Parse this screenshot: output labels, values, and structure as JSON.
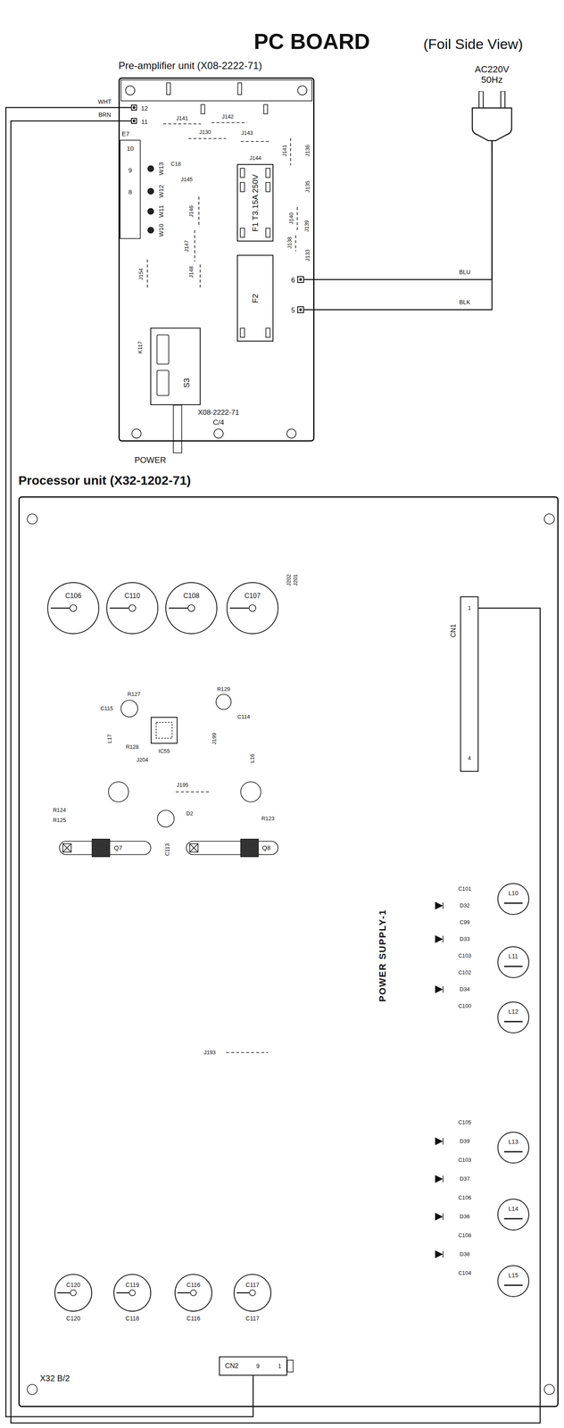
{
  "diagram": {
    "title": "PC BOARD",
    "nodes": [
      {
        "text": [
          "Pre-amplifier unit (X08-2222-71)"
        ]
      },
      {
        "text": [
          "12"
        ],
        "in": 0
      },
      {
        "text": [
          "11"
        ],
        "in": 0
      },
      {
        "text": [
          "F1 T3.15A 250V"
        ],
        "in": 0
      },
      {
        "text": [
          "F2"
        ],
        "in": 0
      },
      {
        "text": [
          "6"
        ],
        "in": 0
      },
      {
        "text": [
          "5"
        ],
        "in": 0
      },
      {
        "text": [
          "S3"
        ],
        "in": 0
      },
      {
        "text": [
          "AC220V 50Hz"
        ]
      },
      {
        "text": [
          "Processor unit (X32-1202-71)"
        ]
      },
      {
        "text": [
          "C106"
        ],
        "in": 9
      },
      {
        "text": [
          "C110"
        ],
        "in": 9
      },
      {
        "text": [
          "C108"
        ],
        "in": 9
      },
      {
        "text": [
          "C107"
        ],
        "in": 9
      },
      {
        "text": [
          "CN1"
        ],
        "in": 9
      },
      {
        "text": [
          "L10"
        ],
        "in": 9
      },
      {
        "text": [
          "L11"
        ],
        "in": 9
      },
      {
        "text": [
          "L12"
        ],
        "in": 9
      },
      {
        "text": [
          "L13"
        ],
        "in": 9
      },
      {
        "text": [
          "L14"
        ],
        "in": 9
      },
      {
        "text": [
          "L15"
        ],
        "in": 9
      },
      {
        "text": [
          "C120"
        ],
        "in": 9
      },
      {
        "text": [
          "C119"
        ],
        "in": 9
      },
      {
        "text": [
          "C116"
        ],
        "in": 9
      },
      {
        "text": [
          "C117"
        ],
        "in": 9
      },
      {
        "text": [
          "CN2"
        ],
        "in": 9
      }
    ],
    "edges": [
      {
        "from": 1,
        "to": 25,
        "label": "WHT",
        "arrow": "none"
      },
      {
        "from": 2,
        "to": 14,
        "label": "BRN",
        "arrow": "none"
      },
      {
        "from": 5,
        "to": 8,
        "label": "BLU",
        "arrow": "none"
      },
      {
        "from": 6,
        "to": 8,
        "label": "BLK",
        "arrow": "none"
      }
    ],
    "labels": [
      "(Foil Side View)",
      "POWER",
      "E7",
      "10",
      "9",
      "8",
      "W13",
      "W12",
      "W11",
      "W10",
      "J141",
      "J142",
      "J130",
      "J143",
      "C18",
      "J144",
      "J145",
      "J146",
      "J147",
      "J148",
      "J154",
      "J141",
      "J136",
      "J135",
      "J140",
      "J139",
      "J138",
      "J133",
      "K117",
      "X08-2222-71",
      "C/4",
      "J202",
      "J201",
      "R127",
      "C115",
      "R128",
      "J204",
      "L17",
      "R129",
      "C114",
      "J199",
      "L16",
      "D2",
      "C113",
      "R124",
      "R125",
      "R123",
      "IC55",
      "J195",
      "Q7",
      "Q8",
      "J193",
      "POWER SUPPLY-1",
      "C101",
      "D32",
      "C99",
      "D33",
      "C103",
      "C102",
      "D34",
      "C100",
      "C105",
      "D39",
      "C103",
      "D37",
      "C106",
      "D36",
      "C108",
      "D38",
      "C104",
      "1",
      "4",
      "C120",
      "C118",
      "C116",
      "C117",
      "9",
      "1",
      "X32 B/2"
    ]
  }
}
